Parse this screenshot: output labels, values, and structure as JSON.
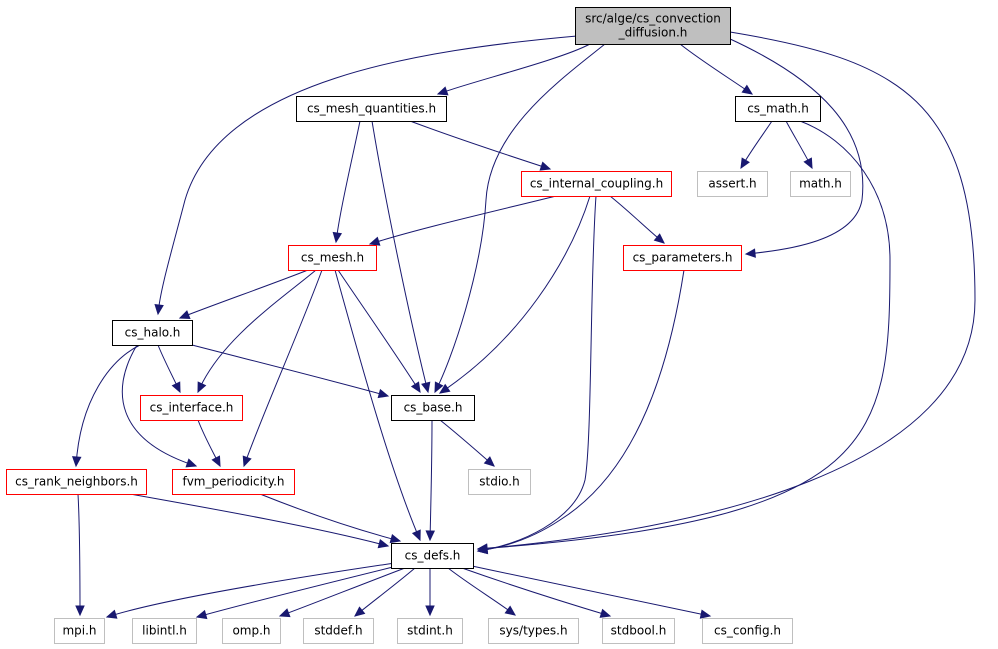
{
  "diagram": {
    "nodes": [
      {
        "id": "root",
        "label": [
          "src/alge/cs_convection",
          "_diffusion.h"
        ],
        "style": "root"
      },
      {
        "id": "mesh_quantities",
        "label": [
          "cs_mesh_quantities.h"
        ],
        "style": "black"
      },
      {
        "id": "math",
        "label": [
          "cs_math.h"
        ],
        "style": "black"
      },
      {
        "id": "internal_coupling",
        "label": [
          "cs_internal_coupling.h"
        ],
        "style": "red"
      },
      {
        "id": "assert",
        "label": [
          "assert.h"
        ],
        "style": "gray"
      },
      {
        "id": "mathh",
        "label": [
          "math.h"
        ],
        "style": "gray"
      },
      {
        "id": "mesh",
        "label": [
          "cs_mesh.h"
        ],
        "style": "red"
      },
      {
        "id": "parameters",
        "label": [
          "cs_parameters.h"
        ],
        "style": "red"
      },
      {
        "id": "halo",
        "label": [
          "cs_halo.h"
        ],
        "style": "black"
      },
      {
        "id": "interface",
        "label": [
          "cs_interface.h"
        ],
        "style": "red"
      },
      {
        "id": "base",
        "label": [
          "cs_base.h"
        ],
        "style": "black"
      },
      {
        "id": "rank_neighbors",
        "label": [
          "cs_rank_neighbors.h"
        ],
        "style": "red"
      },
      {
        "id": "periodicity",
        "label": [
          "fvm_periodicity.h"
        ],
        "style": "red"
      },
      {
        "id": "stdio",
        "label": [
          "stdio.h"
        ],
        "style": "gray"
      },
      {
        "id": "defs",
        "label": [
          "cs_defs.h"
        ],
        "style": "black"
      },
      {
        "id": "mpi",
        "label": [
          "mpi.h"
        ],
        "style": "gray"
      },
      {
        "id": "libintl",
        "label": [
          "libintl.h"
        ],
        "style": "gray"
      },
      {
        "id": "omp",
        "label": [
          "omp.h"
        ],
        "style": "gray"
      },
      {
        "id": "stddef",
        "label": [
          "stddef.h"
        ],
        "style": "gray"
      },
      {
        "id": "stdint",
        "label": [
          "stdint.h"
        ],
        "style": "gray"
      },
      {
        "id": "systypes",
        "label": [
          "sys/types.h"
        ],
        "style": "gray"
      },
      {
        "id": "stdbool",
        "label": [
          "stdbool.h"
        ],
        "style": "gray"
      },
      {
        "id": "config",
        "label": [
          "cs_config.h"
        ],
        "style": "gray"
      }
    ],
    "edges": [
      {
        "from": "root",
        "to": "halo"
      },
      {
        "from": "root",
        "to": "mesh_quantities"
      },
      {
        "from": "root",
        "to": "base"
      },
      {
        "from": "root",
        "to": "math"
      },
      {
        "from": "root",
        "to": "parameters"
      },
      {
        "from": "root",
        "to": "defs"
      },
      {
        "from": "mesh_quantities",
        "to": "internal_coupling"
      },
      {
        "from": "mesh_quantities",
        "to": "mesh"
      },
      {
        "from": "mesh_quantities",
        "to": "base"
      },
      {
        "from": "math",
        "to": "assert"
      },
      {
        "from": "math",
        "to": "mathh"
      },
      {
        "from": "math",
        "to": "defs"
      },
      {
        "from": "internal_coupling",
        "to": "mesh"
      },
      {
        "from": "internal_coupling",
        "to": "parameters"
      },
      {
        "from": "internal_coupling",
        "to": "base"
      },
      {
        "from": "internal_coupling",
        "to": "defs"
      },
      {
        "from": "mesh",
        "to": "halo"
      },
      {
        "from": "mesh",
        "to": "interface"
      },
      {
        "from": "mesh",
        "to": "periodicity"
      },
      {
        "from": "mesh",
        "to": "base"
      },
      {
        "from": "mesh",
        "to": "defs"
      },
      {
        "from": "parameters",
        "to": "defs"
      },
      {
        "from": "halo",
        "to": "rank_neighbors"
      },
      {
        "from": "halo",
        "to": "interface"
      },
      {
        "from": "halo",
        "to": "periodicity"
      },
      {
        "from": "halo",
        "to": "base"
      },
      {
        "from": "interface",
        "to": "periodicity"
      },
      {
        "from": "base",
        "to": "stdio"
      },
      {
        "from": "base",
        "to": "defs"
      },
      {
        "from": "rank_neighbors",
        "to": "mpi"
      },
      {
        "from": "rank_neighbors",
        "to": "defs"
      },
      {
        "from": "periodicity",
        "to": "defs"
      },
      {
        "from": "defs",
        "to": "mpi"
      },
      {
        "from": "defs",
        "to": "libintl"
      },
      {
        "from": "defs",
        "to": "omp"
      },
      {
        "from": "defs",
        "to": "stddef"
      },
      {
        "from": "defs",
        "to": "stdint"
      },
      {
        "from": "defs",
        "to": "systypes"
      },
      {
        "from": "defs",
        "to": "stdbool"
      },
      {
        "from": "defs",
        "to": "config"
      }
    ]
  }
}
